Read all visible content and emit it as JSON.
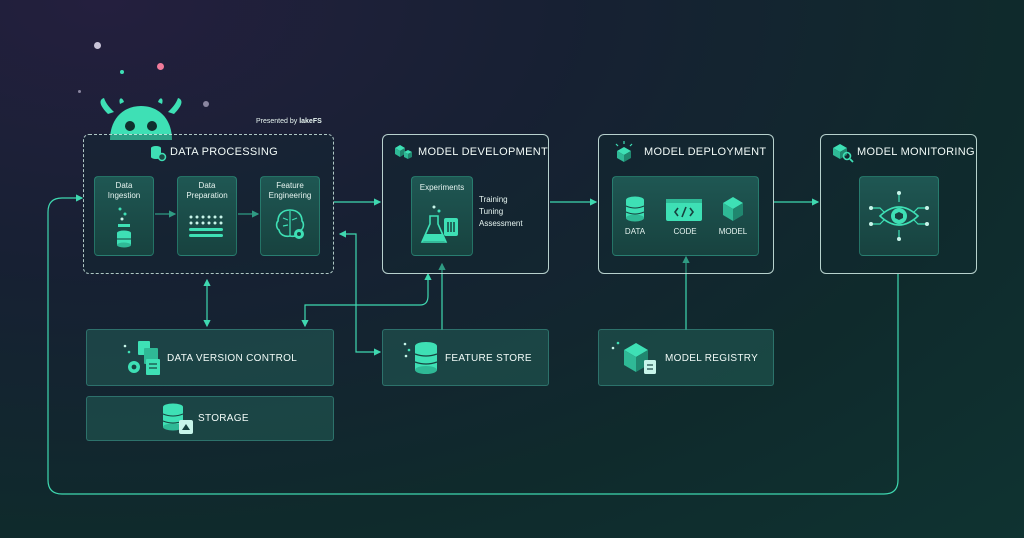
{
  "presented_by": "Presented by",
  "brand": "lakeFS",
  "data_processing": {
    "title": "DATA PROCESSING",
    "steps": [
      {
        "label": "Data\nIngestion"
      },
      {
        "label": "Data\nPreparation"
      },
      {
        "label": "Feature\nEngineering"
      }
    ]
  },
  "model_development": {
    "title": "MODEL DEVELOPMENT",
    "panel_label": "Experiments",
    "activities": [
      "Training",
      "Tuning",
      "Assessment"
    ]
  },
  "model_deployment": {
    "title": "MODEL DEPLOYMENT",
    "items": [
      "DATA",
      "CODE",
      "MODEL"
    ]
  },
  "model_monitoring": {
    "title": "MODEL MONITORING"
  },
  "data_version_control": {
    "title": "DATA VERSION CONTROL"
  },
  "storage": {
    "title": "STORAGE"
  },
  "feature_store": {
    "title": "FEATURE STORE"
  },
  "model_registry": {
    "title": "MODEL REGISTRY"
  },
  "colors": {
    "accent": "#3ee0b5",
    "line": "#3fd8b0",
    "box_border": "#d6f0ea"
  }
}
